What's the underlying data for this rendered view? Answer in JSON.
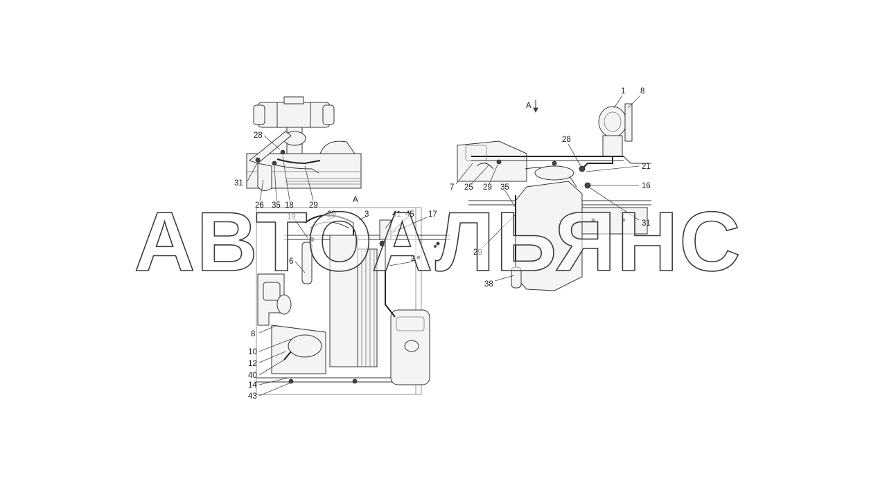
{
  "watermark": "АВТОАЛЬЯНС",
  "view_mark": "А",
  "view_arrow_mark": "А",
  "callouts": {
    "v1": [
      "28",
      "31",
      "26",
      "35",
      "18",
      "29"
    ],
    "v2": [
      "29",
      "3",
      "41",
      "45",
      "17",
      "19",
      "2",
      "6",
      "8",
      "10",
      "12",
      "40",
      "14",
      "43"
    ],
    "v3": [
      "1",
      "8",
      "28",
      "21",
      "16",
      "7",
      "25",
      "29",
      "35",
      "31",
      "29",
      "38"
    ]
  }
}
